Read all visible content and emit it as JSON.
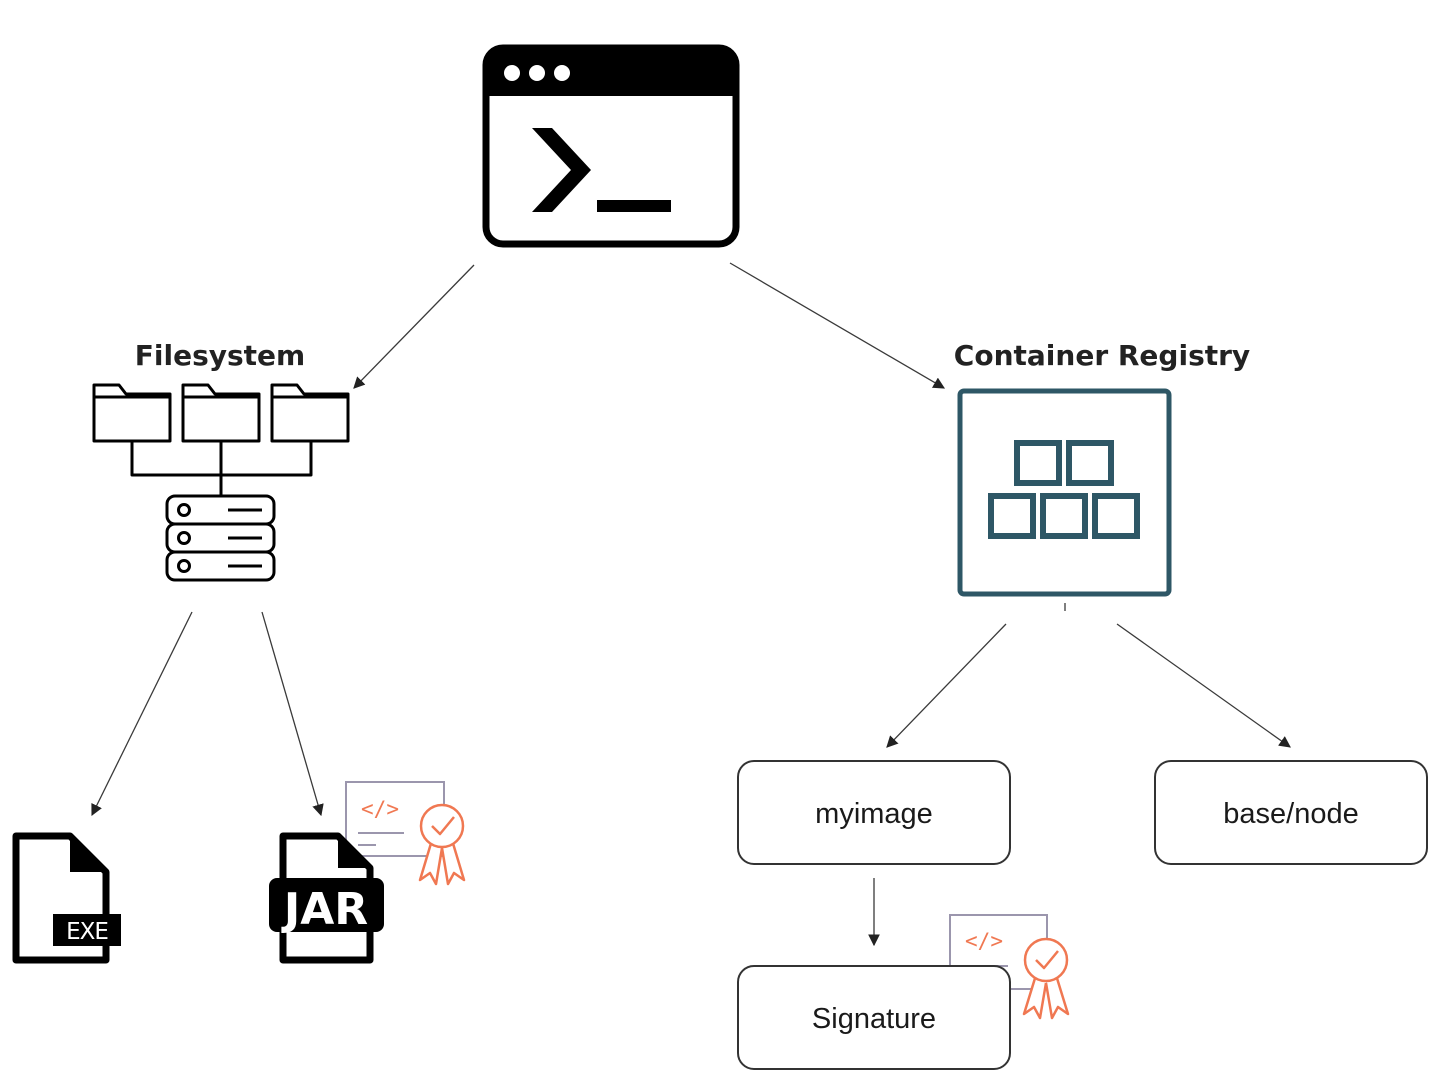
{
  "nodes": {
    "terminal": {
      "icon": "terminal-window-icon"
    },
    "filesystem": {
      "label": "Filesystem",
      "icon": "filesystem-folders-server-icon"
    },
    "registry": {
      "label": "Container Registry",
      "icon": "container-registry-icon"
    },
    "exe": {
      "label": "EXE",
      "icon": "exe-file-icon"
    },
    "jar": {
      "label": "JAR",
      "icon": "jar-file-icon"
    },
    "myimage": {
      "label": "myimage"
    },
    "base_node": {
      "label": "base/node"
    },
    "signature": {
      "label": "Signature"
    }
  },
  "certificates": {
    "code_glyph": "</>",
    "icon": "signed-certificate-icon"
  },
  "edges": [
    {
      "from": "terminal",
      "to": "filesystem"
    },
    {
      "from": "terminal",
      "to": "registry"
    },
    {
      "from": "filesystem",
      "to": "exe"
    },
    {
      "from": "filesystem",
      "to": "jar"
    },
    {
      "from": "registry",
      "to": "myimage"
    },
    {
      "from": "registry",
      "to": "base_node"
    },
    {
      "from": "myimage",
      "to": "signature"
    }
  ],
  "colors": {
    "ink": "#000000",
    "registry": "#2e5766",
    "certificate_accent": "#f07852",
    "certificate_frame": "#9b96ad",
    "edge": "#3a3a3a"
  }
}
